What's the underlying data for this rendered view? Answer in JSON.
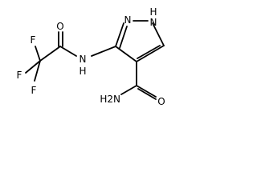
{
  "molecule": {
    "atoms": {
      "f_top": "F",
      "f_left": "F",
      "f_bottom": "F",
      "o_amide1": "O",
      "nh_linker": "N",
      "nh_linker_h": "H",
      "n_ring": "N",
      "nh_ring": "N",
      "nh_ring_h": "H",
      "o_amide2": "O",
      "nh2": "H2N"
    }
  }
}
